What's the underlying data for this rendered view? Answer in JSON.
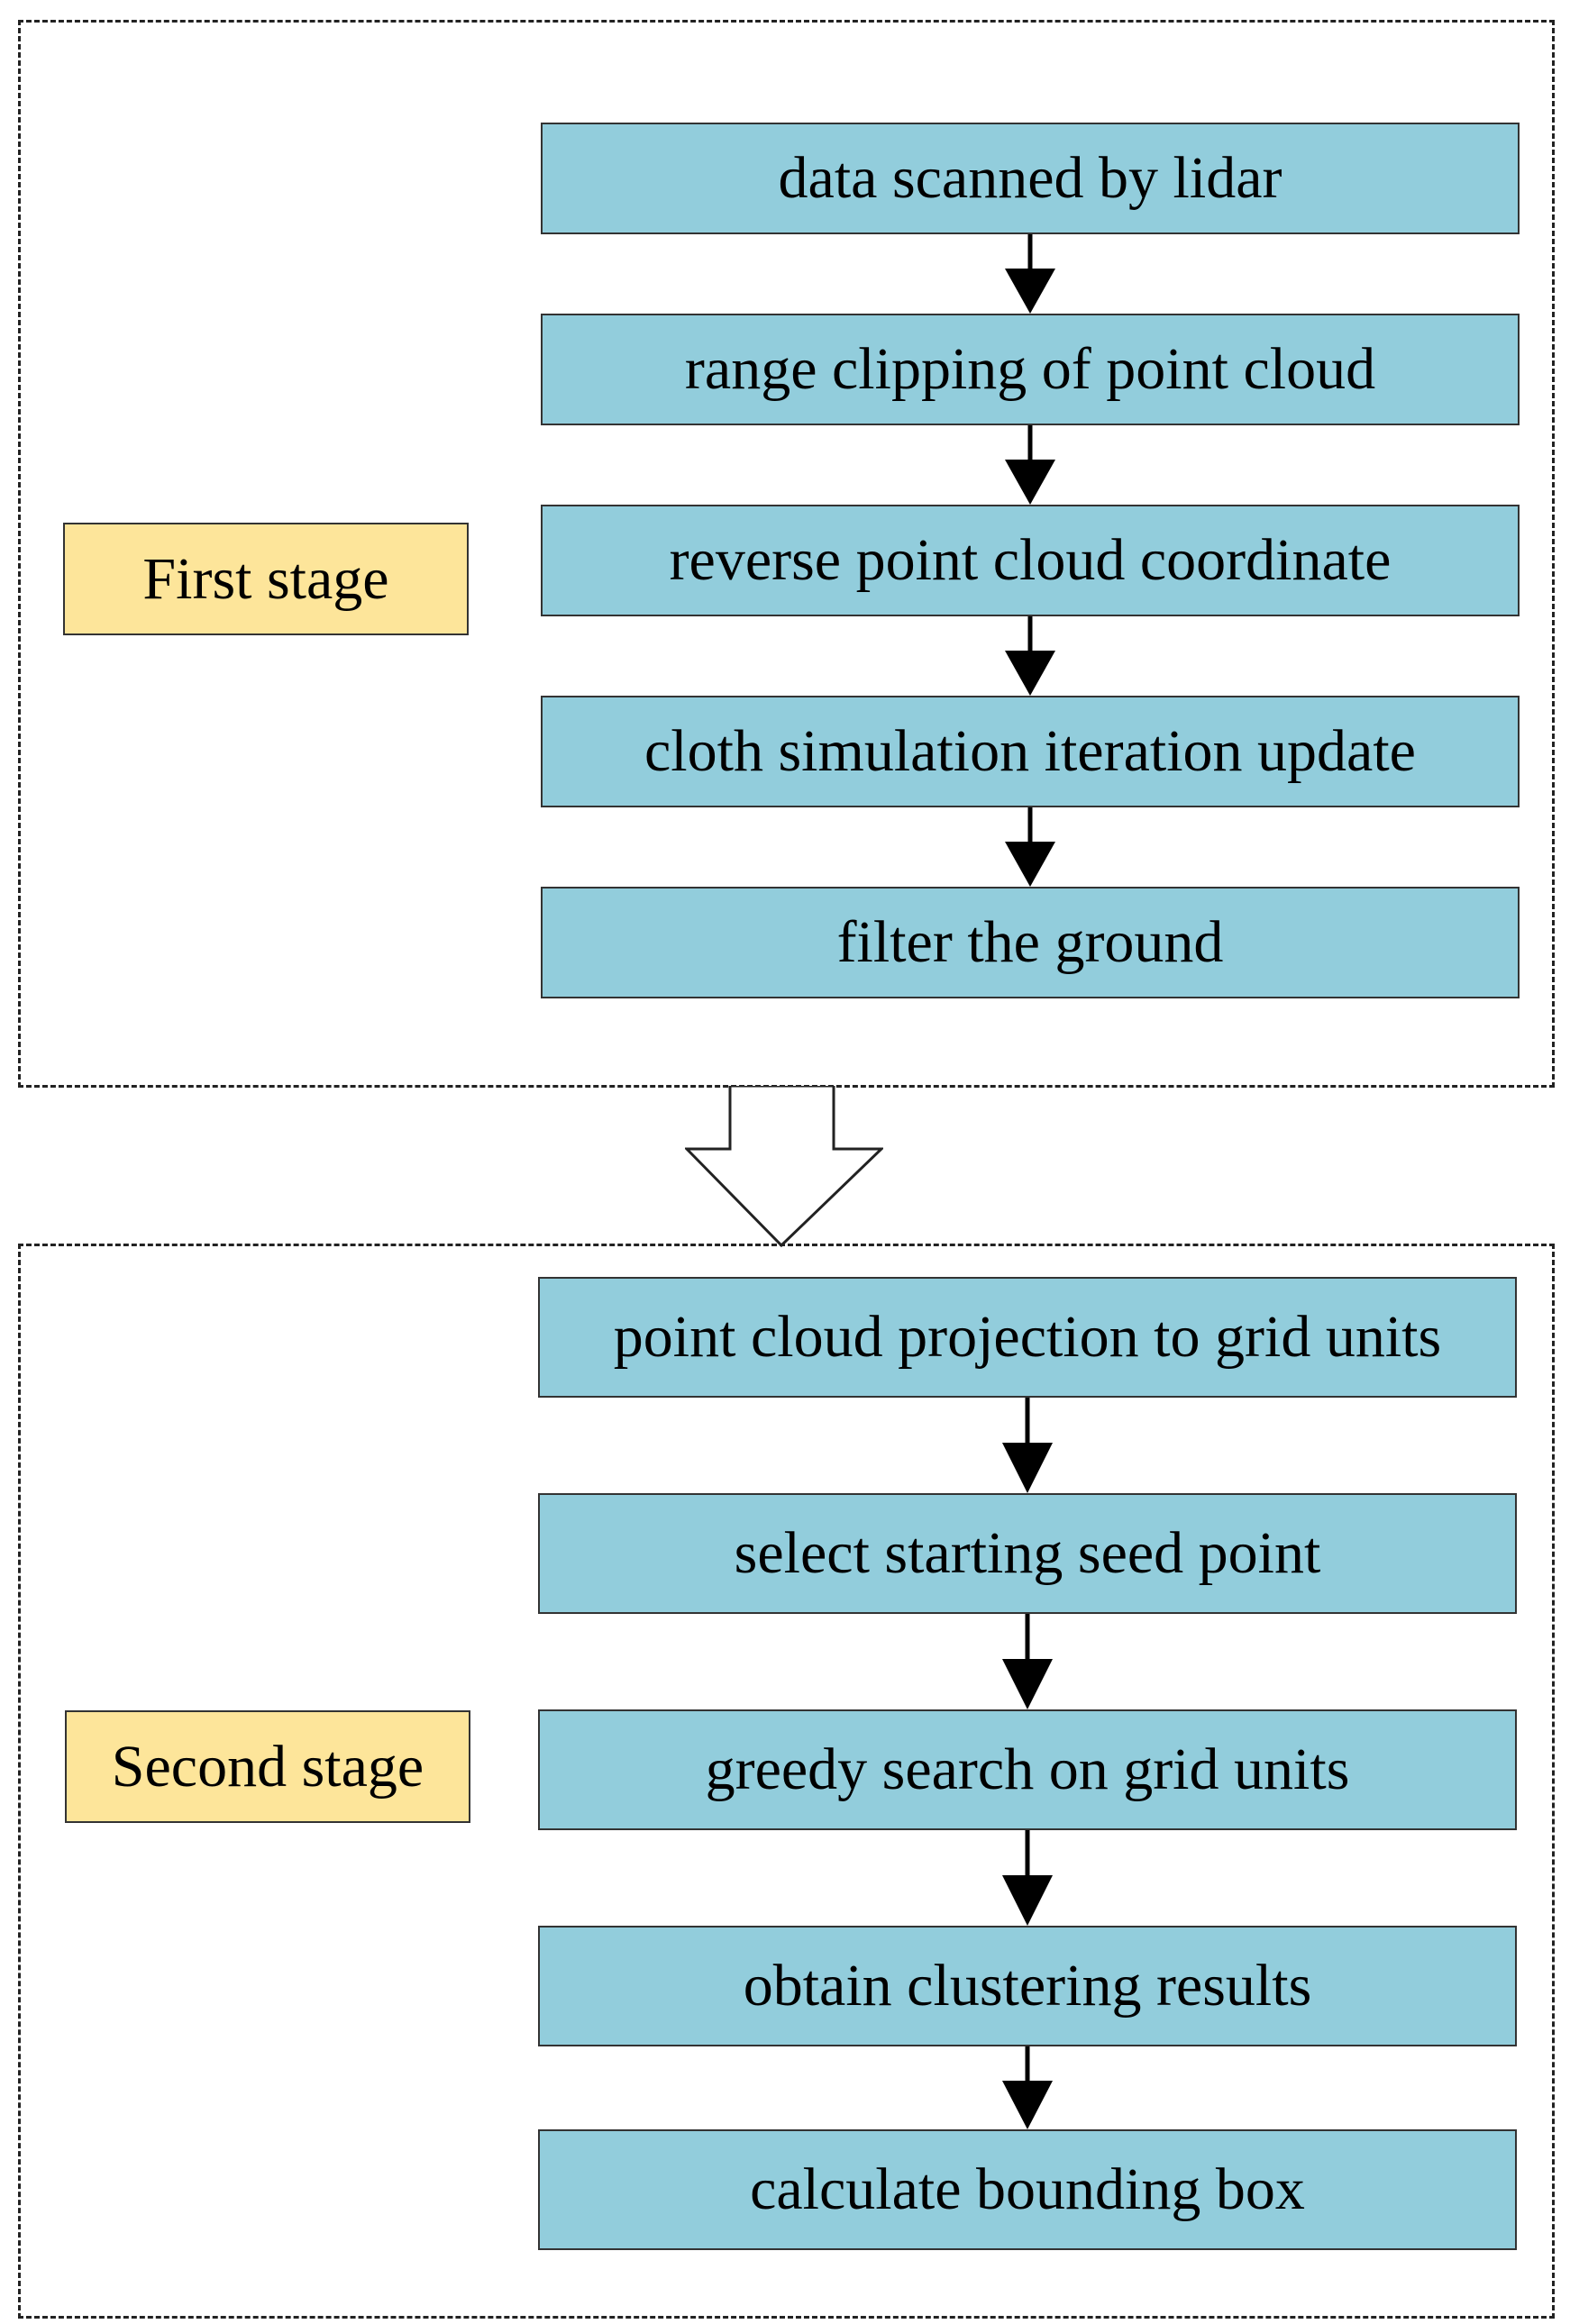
{
  "diagram": {
    "stage1": {
      "label": "First stage",
      "steps": [
        "data scanned by lidar",
        "range clipping of point cloud",
        "reverse point cloud coordinate",
        "cloth simulation iteration update",
        "filter the ground"
      ]
    },
    "stage2": {
      "label": "Second stage",
      "steps": [
        "point cloud projection to grid units",
        "select starting seed point",
        "greedy search on grid units",
        "obtain clustering results",
        "calculate bounding box"
      ]
    },
    "colors": {
      "step_fill": "#92cddc",
      "label_fill": "#fde59a",
      "border": "#333333"
    }
  }
}
